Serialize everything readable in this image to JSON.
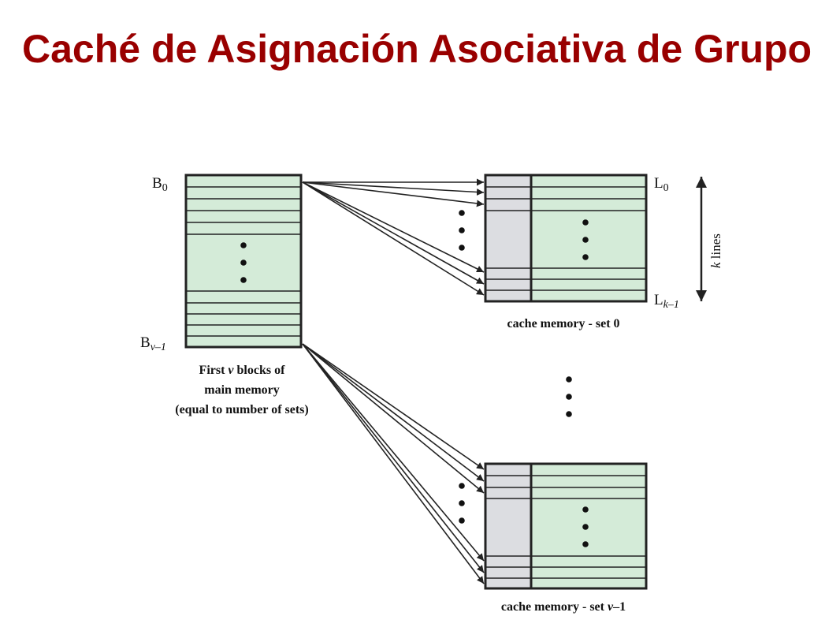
{
  "title": "Caché de Asignación Asociativa de Grupo",
  "colors": {
    "title": "#990000",
    "block_fill": "#d4ebd8",
    "tag_fill": "#dcdde1",
    "stroke": "#222222"
  },
  "main_memory": {
    "top_label": "B",
    "top_sub": "0",
    "bottom_label": "B",
    "bottom_sub": "v–1",
    "caption_line1_pre": "First ",
    "caption_line1_var": "v",
    "caption_line1_post": " blocks of",
    "caption_line2": "main memory",
    "caption_line3": "(equal to number of sets)"
  },
  "set0": {
    "top_label": "L",
    "top_sub": "0",
    "bottom_label": "L",
    "bottom_sub": "k–1",
    "caption": "cache memory - set 0"
  },
  "setv": {
    "caption_pre": "cache memory - set ",
    "caption_var": "v",
    "caption_post": "–1"
  },
  "k_lines": {
    "var": "k",
    "text": " lines"
  }
}
